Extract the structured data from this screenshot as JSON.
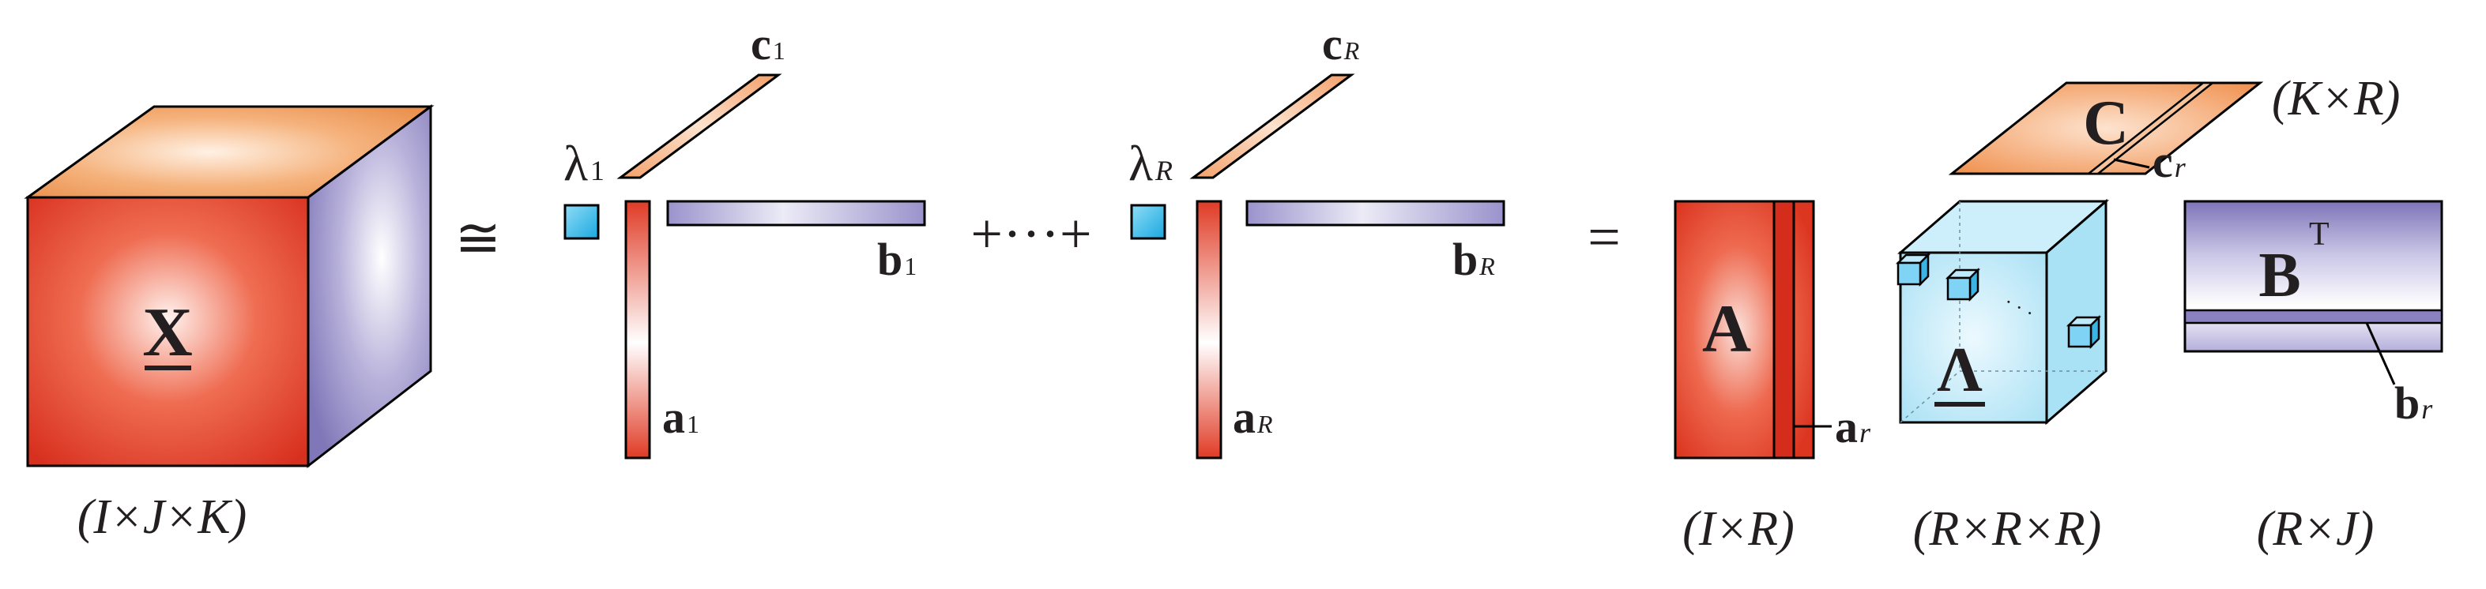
{
  "tensor": {
    "label": "X",
    "dims": "(I×J×K)"
  },
  "approx_symbol": "≅",
  "equals_symbol": "=",
  "plus_dots": "+···+",
  "rank1_first": {
    "lambda": "λ",
    "lambda_sub": "1",
    "a": "a",
    "a_sub": "1",
    "b": "b",
    "b_sub": "1",
    "c": "c",
    "c_sub": "1"
  },
  "rank1_last": {
    "lambda": "λ",
    "lambda_sub": "R",
    "a": "a",
    "a_sub": "R",
    "b": "b",
    "b_sub": "R",
    "c": "c",
    "c_sub": "R"
  },
  "factor_A": {
    "label": "A",
    "col": "a",
    "col_sub": "r",
    "dims": "(I×R)"
  },
  "core": {
    "label": "Λ",
    "dims": "(R×R×R)",
    "dots": "· · ·"
  },
  "factor_B": {
    "label": "B",
    "sup": "T",
    "col": "b",
    "col_sub": "r",
    "dims": "(R×J)"
  },
  "factor_C": {
    "label": "C",
    "col": "c",
    "col_sub": "r",
    "dims": "(K×R)"
  },
  "colors": {
    "red": "#e8452e",
    "orange": "#f4a26a",
    "purple": "#8b82c2",
    "cyan": "#35b6e6"
  }
}
